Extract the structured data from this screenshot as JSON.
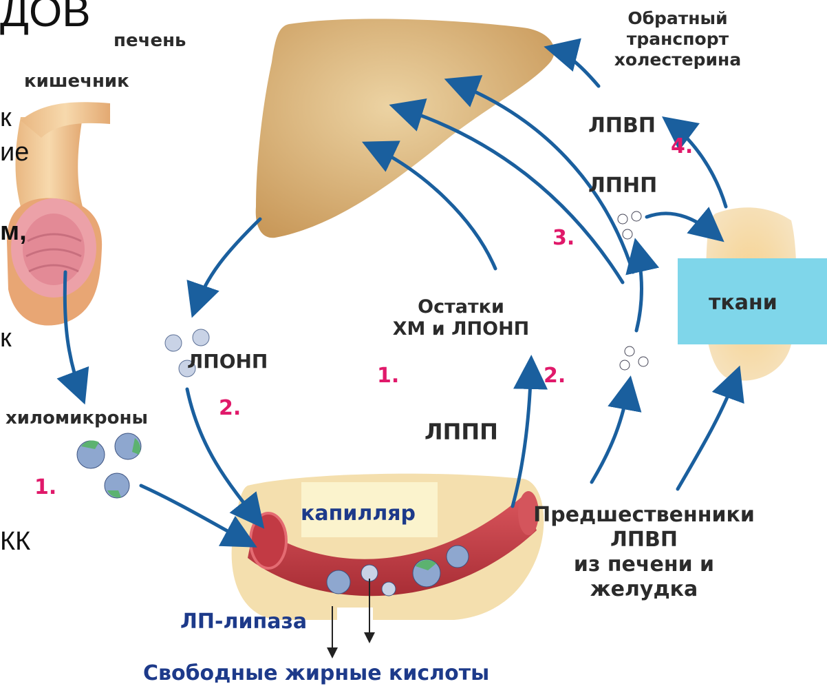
{
  "header_fragment": "ДОВ",
  "left_fragments": [
    "к",
    "ие",
    "м,",
    "к",
    "КК"
  ],
  "labels": {
    "liver": "печень",
    "intestine": "кишечник",
    "reverse_transport": [
      "Обратный",
      "транспорт",
      "холестерина"
    ],
    "hdl": "ЛПВП",
    "ldl": "ЛПНП",
    "remnants": [
      "Остатки",
      "ХМ и ЛПОНП"
    ],
    "vldl": "ЛПОНП",
    "chylomicrons": "хиломикроны",
    "idl": "ЛППП",
    "tissues": "ткани",
    "capillary": "капилляр",
    "hdl_precursors": [
      "Предшественники",
      "ЛПВП",
      "из печени и",
      "желудка"
    ],
    "lp_lipase": "ЛП-липаза",
    "free_fatty_acids": "Свободные жирные кислоты"
  },
  "step_numbers": {
    "n1_left": "1.",
    "n2_vldl": "2.",
    "n1_center": "1.",
    "n2_center": "2.",
    "n3": "3.",
    "n4": "4."
  },
  "colors": {
    "arrow": "#1a5f9e",
    "step_number": "#e0196a",
    "tissue_box": "#7fd6ea",
    "liver": "#dcb37c",
    "capillary": "#c8404a",
    "label_blue": "#1d3a8a"
  }
}
